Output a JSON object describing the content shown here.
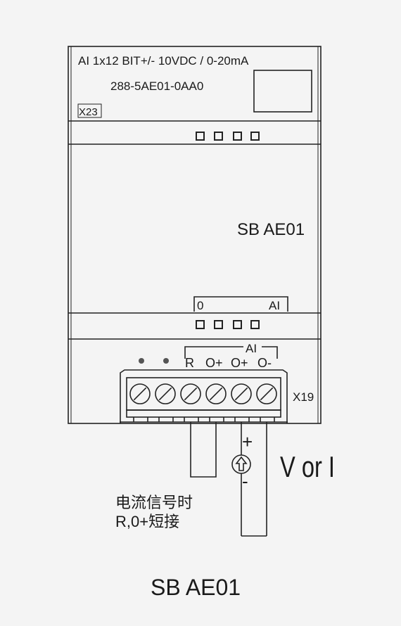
{
  "module": {
    "spec_line": "AI   1x12 BIT+/- 10VDC / 0-20mA",
    "part_number": "288-5AE01-0AA0",
    "marking": "X23",
    "name": "SB AE01"
  },
  "status_bar": {
    "left_label": "0",
    "right_label": "AI"
  },
  "terminal_block": {
    "group_label": "AI",
    "pins": [
      "R",
      "O+",
      "O+",
      "O-"
    ],
    "connector": "X19"
  },
  "wiring": {
    "plus_sign": "+",
    "minus_sign": "-",
    "source_icon": "current-source-icon",
    "signal_label": "V or I",
    "note_line1": "电流信号时",
    "note_line2": "R,0+短接"
  },
  "caption": "SB AE01",
  "colors": {
    "line": "#222222",
    "background": "#f4f4f4"
  }
}
